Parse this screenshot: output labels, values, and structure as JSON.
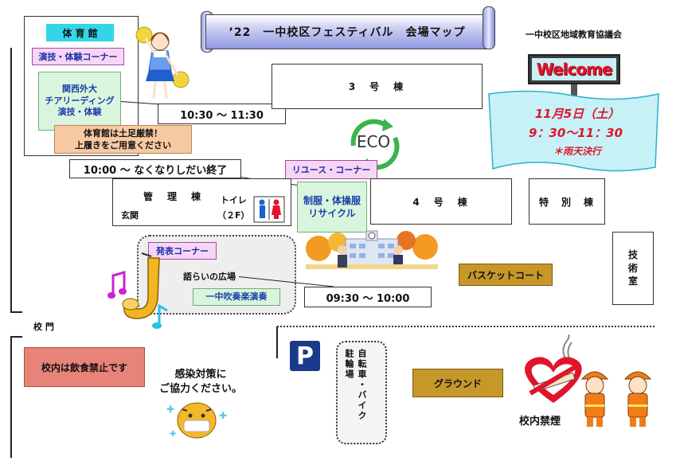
{
  "banner": {
    "title": "’22　一中校区フェスティバル　会場マップ"
  },
  "organizer": "一中校区地域教育協議会",
  "welcome": {
    "sign": "Welcome",
    "date": "11月5日（土）",
    "time": "9：30～11：30",
    "rain": "＊雨天決行"
  },
  "gym": {
    "title": "体 育 館",
    "corner": "演技・体験コーナー",
    "cheer": "関西外大\nチアリーディング\n演技・体験",
    "cheer_time": "10:30 ～ 11:30",
    "notice": "体育館は土足厳禁！\n上履きをご用意ください"
  },
  "buildings": {
    "b3": "3　号　棟",
    "b4": "4　号　棟",
    "special": "特　別　棟",
    "tech": "技\n術\n室",
    "admin": "管　理　棟",
    "admin_entrance": "玄関",
    "toilet": "トイレ\n（２F）"
  },
  "eco": {
    "label": "ECO"
  },
  "reuse": {
    "time": "10:00 ～ なくなりしだい終了",
    "corner": "リユース・コーナー",
    "uniform": "制服・体操服\nリサイクル"
  },
  "plaza": {
    "corner": "発表コーナー",
    "name": "語らいの広場",
    "band": "一中吹奏楽演奏",
    "time": "09:30 ～ 10:00"
  },
  "basketball": "バスケットコート",
  "gate": "校 門",
  "no_food": "校内は飲食禁止です",
  "infection": "感染対策に\nご協力ください。",
  "parking": {
    "icon": "P",
    "bike": "自転車・バイク\n駐輪場"
  },
  "ground": "グラウンド",
  "no_smoking": "校内禁煙",
  "colors": {
    "accent_red": "#e0152b",
    "tan": "#c7972a",
    "salmon": "#e88a7a",
    "gym_label": "#33d6e8",
    "parking_blue": "#1b3a8a",
    "welcome_bg": "#c6f2f7"
  },
  "icons": [
    "cheerleader-icon",
    "eco-recycle-icon",
    "toilet-icon",
    "school-building-icon",
    "saxophone-icon",
    "music-note-icon",
    "tiger-mascot-icon",
    "no-smoking-icon",
    "firefighter-icon",
    "parking-icon"
  ]
}
